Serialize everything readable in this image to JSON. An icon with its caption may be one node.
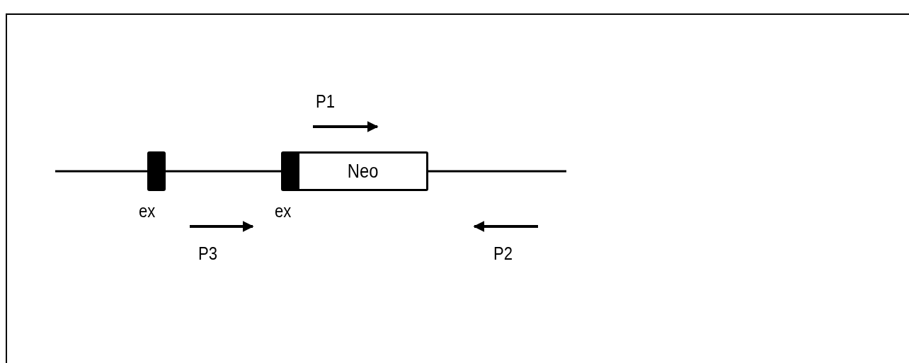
{
  "diagram": {
    "nodes": [
      {
        "text": [
          "Neo"
        ]
      }
    ],
    "labels": [
      "P1",
      "ex",
      "ex",
      "P3",
      "P2"
    ]
  }
}
